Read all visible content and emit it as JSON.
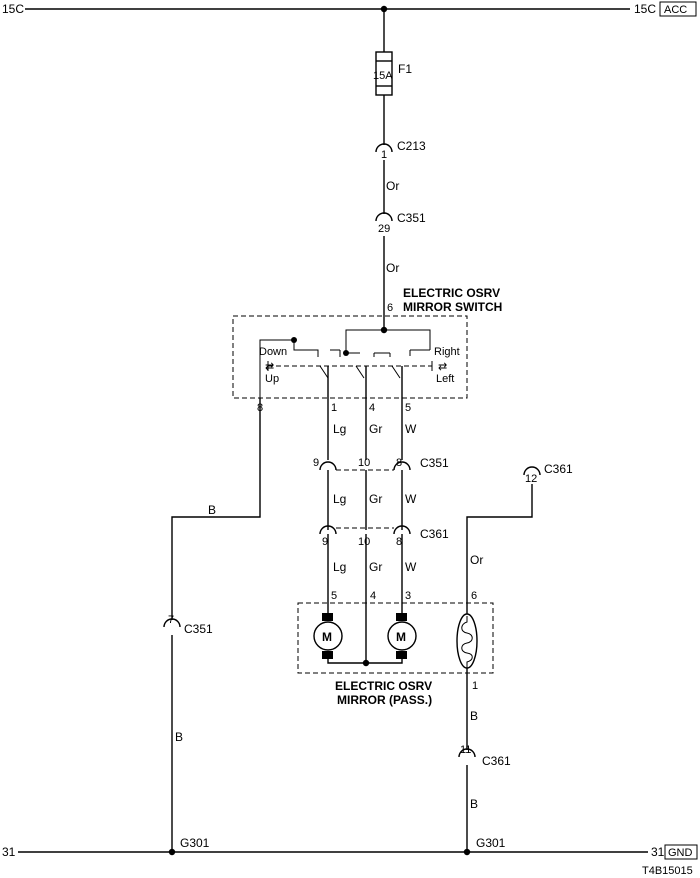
{
  "rails": {
    "power_left": "15C",
    "power_right": "15C",
    "power_box": "ACC",
    "ground_left": "31",
    "ground_right": "31",
    "ground_box": "GND"
  },
  "fuse": {
    "name": "F1",
    "rating": "15A"
  },
  "connectors": {
    "c213": {
      "name": "C213",
      "pin": "1"
    },
    "c351_top": {
      "name": "C351",
      "pin": "29"
    },
    "c351_mid": {
      "name": "C351",
      "pins": [
        "9",
        "10",
        "8"
      ]
    },
    "c361_mid": {
      "name": "C361",
      "pins": [
        "9",
        "10",
        "8"
      ]
    },
    "c361_heater": {
      "name": "C361",
      "pin": "12"
    },
    "c351_left": {
      "name": "C351",
      "pin": "7"
    },
    "c361_low": {
      "name": "C361",
      "pin": "11"
    }
  },
  "wires": {
    "or_1": "Or",
    "or_2": "Or",
    "or_3": "Or",
    "lg_1": "Lg",
    "gr_1": "Gr",
    "w_1": "W",
    "lg_2": "Lg",
    "gr_2": "Gr",
    "w_2": "W",
    "lg_3": "Lg",
    "gr_3": "Gr",
    "w_3": "W",
    "b_1": "B",
    "b_2": "B",
    "b_3": "B",
    "b_4": "B"
  },
  "switch": {
    "title_line1": "ELECTRIC OSRV",
    "title_line2": "MIRROR SWITCH",
    "pin_in": "6",
    "pin_left": "8",
    "pins_out": [
      "1",
      "4",
      "5"
    ],
    "down": "Down",
    "up": "Up",
    "right": "Right",
    "left": "Left",
    "arrows": "⇄"
  },
  "mirror": {
    "title_line1": "ELECTRIC OSRV",
    "title_line2": "MIRROR (PASS.)",
    "pins": [
      "5",
      "4",
      "3",
      "6"
    ],
    "pin_bottom": "1",
    "motor_label": "M"
  },
  "grounds": {
    "left": "G301",
    "right": "G301"
  },
  "figure_id": "T4B15015"
}
